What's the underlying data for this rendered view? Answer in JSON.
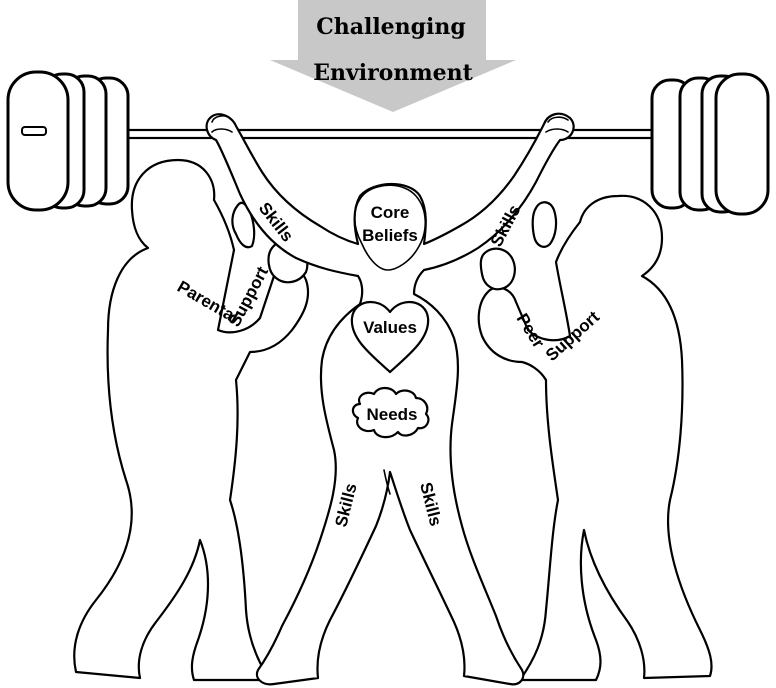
{
  "arrow": {
    "line1": "Challenging",
    "line2": "Environment",
    "color": "#c8c8c8"
  },
  "lifter": {
    "head": {
      "line1": "Core",
      "line2": "Beliefs"
    },
    "heart": "Values",
    "cloud": "Needs",
    "left_arm": "Skills",
    "right_arm": "Skills",
    "left_leg": "Skills",
    "right_leg": "Skills"
  },
  "left_spotter": {
    "arm_label_1": "Parental",
    "arm_label_2": "Support"
  },
  "right_spotter": {
    "arm_label_1": "Peer",
    "arm_label_2": "Support"
  }
}
